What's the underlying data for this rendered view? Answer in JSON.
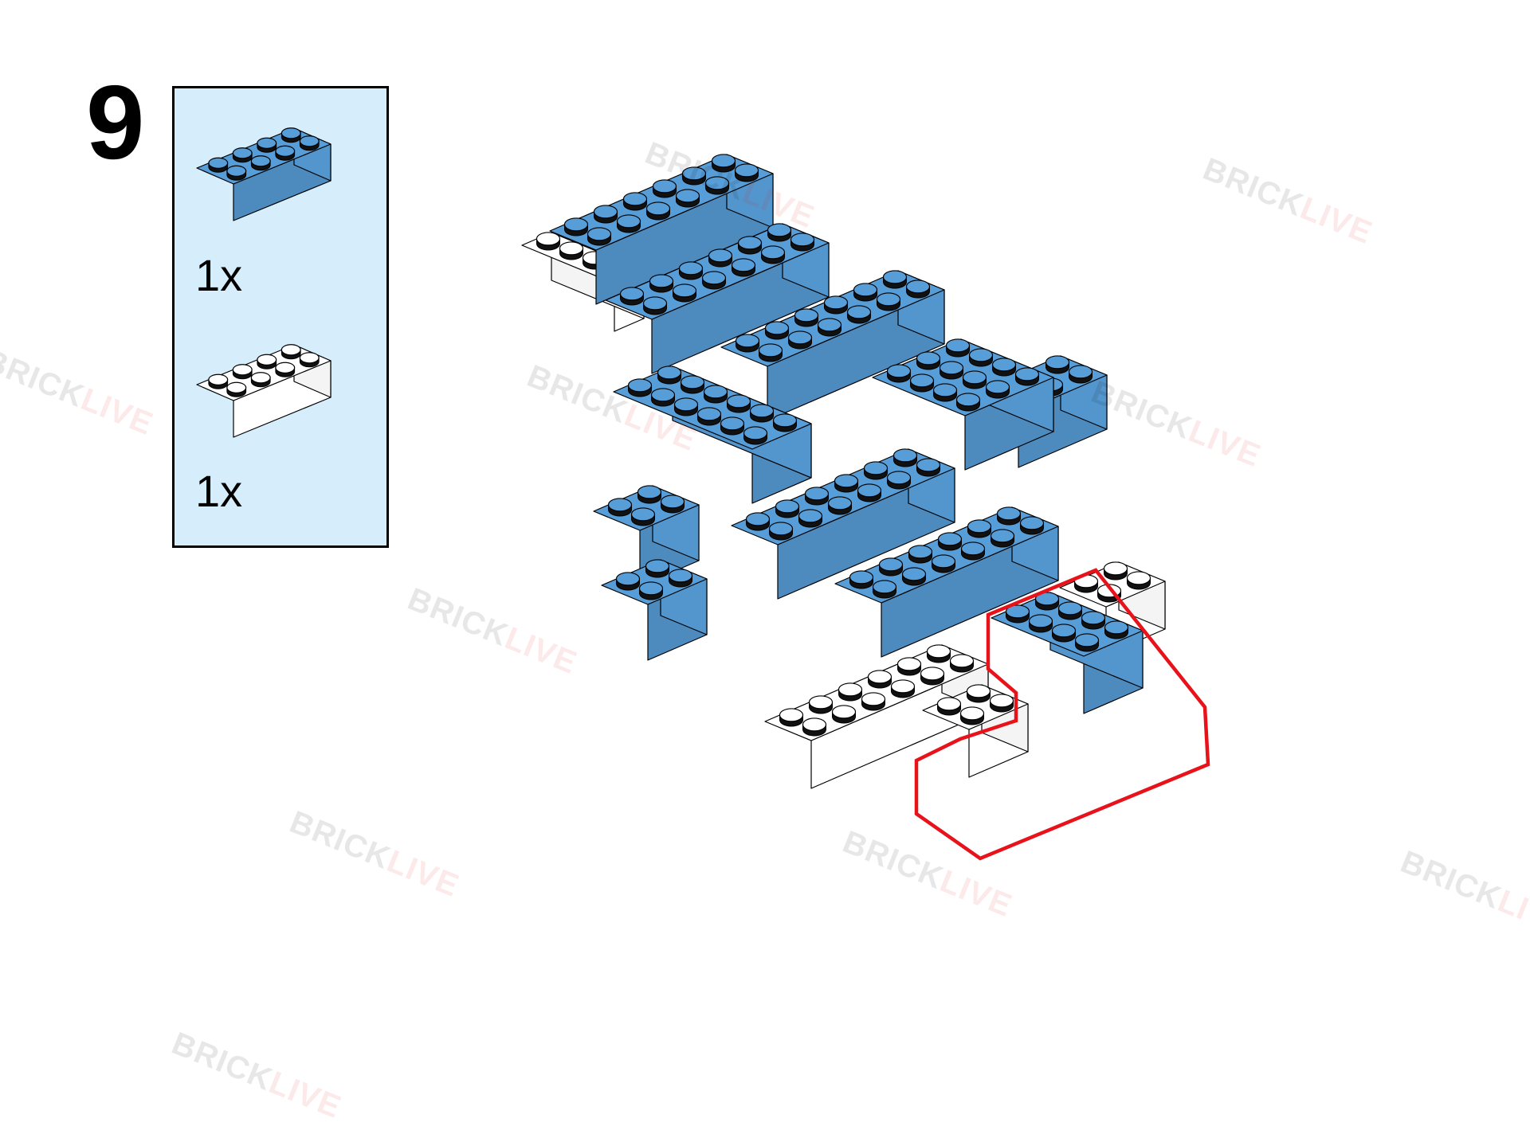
{
  "step": {
    "number": "9"
  },
  "parts": [
    {
      "quantity": "1x",
      "color": "#579dd8",
      "icon": "brick-2x4-blue-icon"
    },
    {
      "quantity": "1x",
      "color": "#ffffff",
      "icon": "brick-2x4-white-icon"
    }
  ],
  "watermark": {
    "brand_a": "BRICK",
    "brand_b": "LIVE"
  },
  "colors": {
    "panel_bg": "#d6eefc",
    "brick_blue_top": "#579dd8",
    "brick_blue_side": "#4a8bc8",
    "brick_white": "#ffffff",
    "highlight": "#e8121a"
  }
}
